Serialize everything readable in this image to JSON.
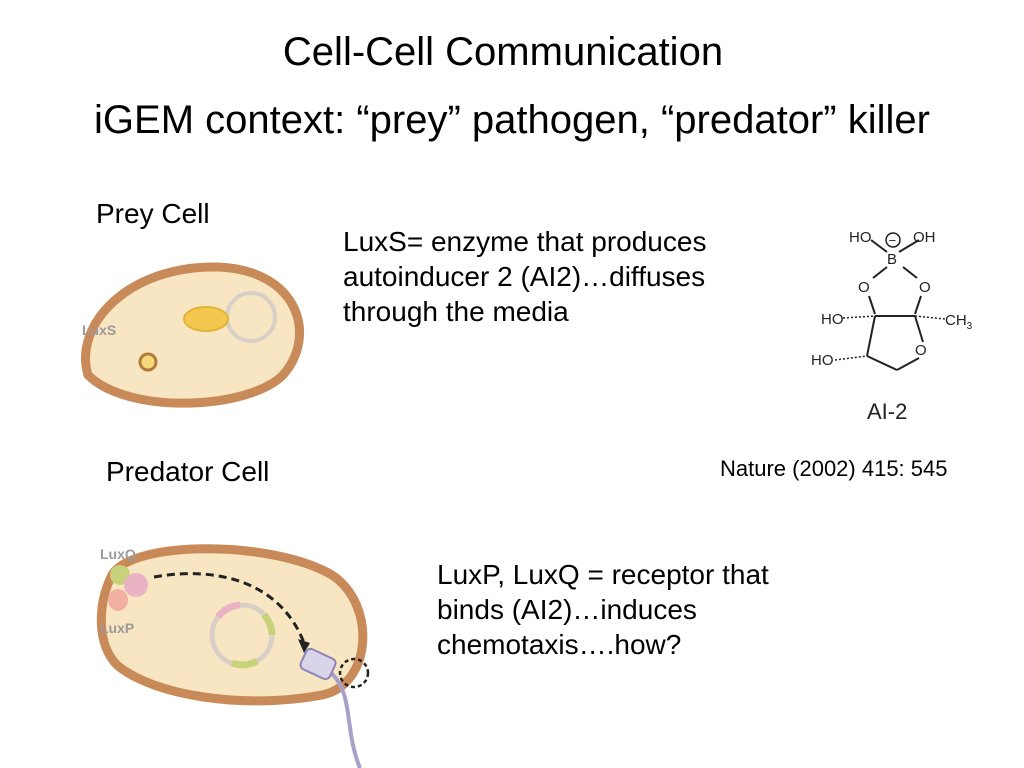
{
  "slide": {
    "title": "Cell-Cell Communication",
    "subtitle": "iGEM context: “prey” pathogen, “predator” killer"
  },
  "prey": {
    "label": "Prey Cell",
    "gene_label": "LuxS",
    "description": [
      "LuxS= enzyme that produces",
      "autoinducer 2 (AI2)…diffuses",
      "through the media"
    ]
  },
  "predator": {
    "label": "Predator Cell",
    "receptor_labels": [
      "LuxQ",
      "LuxP"
    ],
    "description": [
      "LuxP, LuxQ = receptor that",
      "binds (AI2)…induces",
      "chemotaxis….how?"
    ]
  },
  "molecule": {
    "name": "AI-2",
    "atoms": {
      "ho_top_left": "HO",
      "oh_top_right": "OH",
      "boron": "B",
      "charge": "−",
      "o_left": "O",
      "o_right": "O",
      "ho_mid": "HO",
      "ch3": "CH",
      "ch3_sub": "3",
      "ho_bottom": "HO",
      "o_ring": "O"
    }
  },
  "citation": "Nature (2002) 415: 545",
  "colors": {
    "cell_fill": "#f8e6c2",
    "cell_membrane": "#c98a5a",
    "luxs_fill": "#f2c84e",
    "label_gray": "#9a9a9a"
  }
}
